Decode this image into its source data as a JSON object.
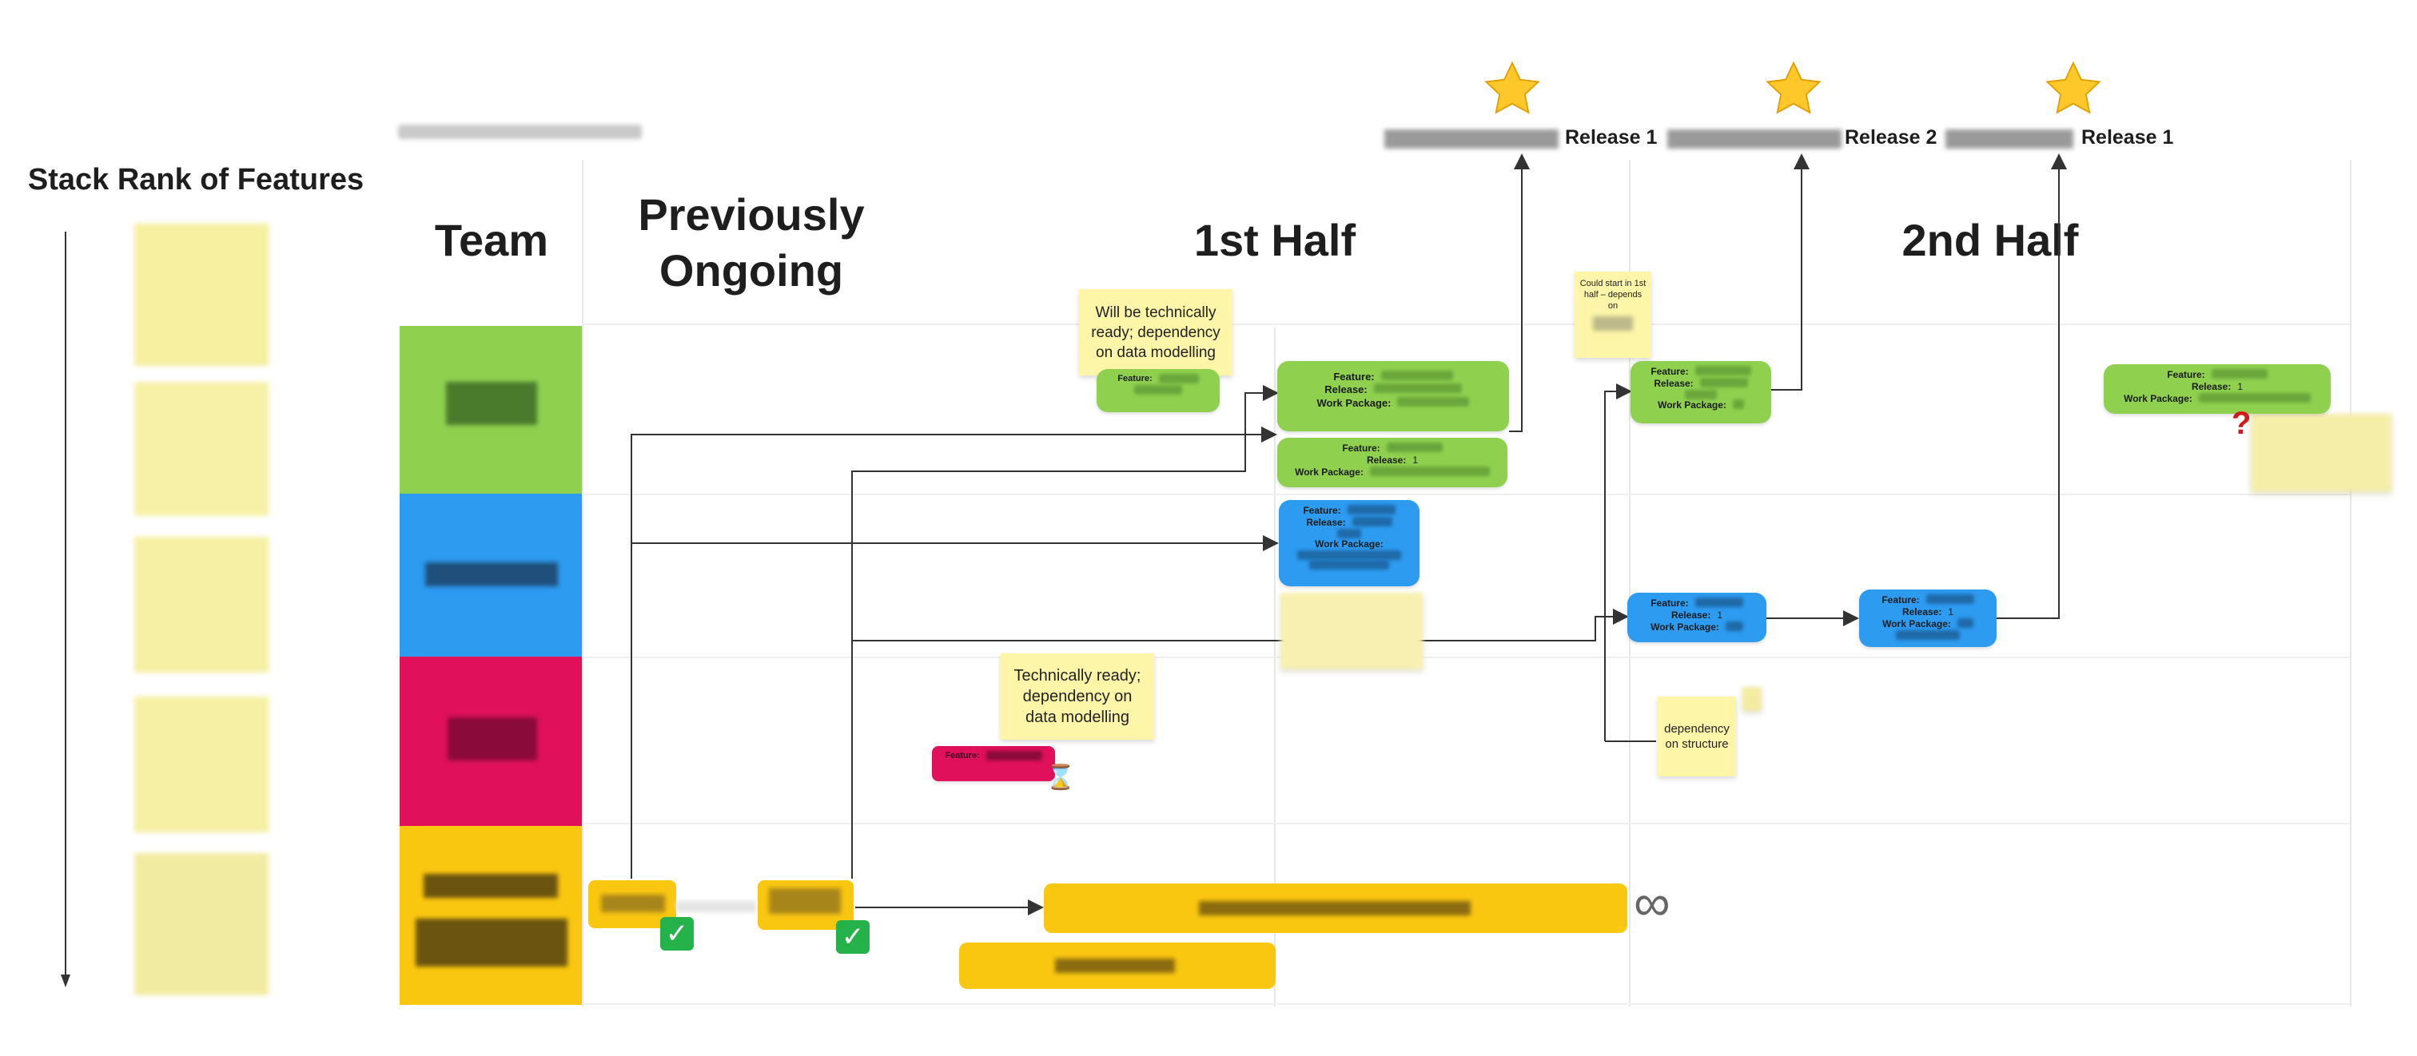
{
  "headings": {
    "stack_rank": "Stack Rank of Features",
    "team": "Team",
    "previously_ongoing_line1": "Previously",
    "previously_ongoing_line2": "Ongoing",
    "first_half": "1st Half",
    "second_half": "2nd Half"
  },
  "releases": [
    {
      "label": "Release 1"
    },
    {
      "label": "Release 2"
    },
    {
      "label": "Release 1"
    }
  ],
  "stickies": {
    "tech_ready_top": "Will be technically ready; dependency on data modelling",
    "tech_ready_bottom": "Technically ready; dependency on data modelling",
    "could_start": "Could start in 1st half – depends on",
    "dependency_structure": "dependency on structure"
  },
  "cards": {
    "feature_label": "Feature:",
    "release_label": "Release:",
    "work_package_label": "Work Package:",
    "release_value_1": "1"
  },
  "colors": {
    "green": "#8fd14f",
    "blue": "#2d9bf0",
    "pink": "#e0105a",
    "yellow": "#fac710",
    "sticky": "#fdf6a8"
  },
  "icons": [
    "star-icon",
    "check-icon",
    "hourglass-icon",
    "infinity-icon",
    "question-mark-icon"
  ],
  "symbols": {
    "infinity": "∞",
    "question": "?",
    "check": "✓",
    "hourglass": "⌛",
    "star": "★"
  }
}
